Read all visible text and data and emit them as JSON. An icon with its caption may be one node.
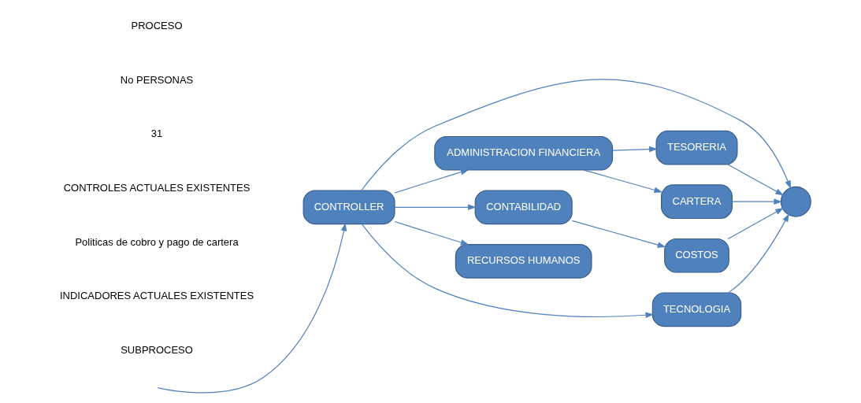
{
  "diagram": {
    "nodes": [
      {
        "text": [
          "CONTROLLER"
        ]
      },
      {
        "text": [],
        "shape": "circle"
      },
      {
        "text": [
          "ADMINISTRACION FINANCIERA"
        ]
      },
      {
        "text": [
          "TESORERIA"
        ]
      },
      {
        "text": [
          "CARTERA"
        ]
      },
      {
        "text": [
          "CONTABILIDAD"
        ]
      },
      {
        "text": [
          "COSTOS"
        ]
      },
      {
        "text": [
          "RECURSOS HUMANOS"
        ]
      },
      {
        "text": [
          "TECNOLOGIA"
        ]
      }
    ],
    "edges": [
      {
        "from": null,
        "to": 0,
        "arrow": "to"
      },
      {
        "from": 0,
        "to": 1,
        "arrow": "to"
      },
      {
        "from": 0,
        "to": 2,
        "arrow": "to"
      },
      {
        "from": 0,
        "to": 5,
        "arrow": "to"
      },
      {
        "from": 0,
        "to": 7,
        "arrow": "to"
      },
      {
        "from": 0,
        "to": 8,
        "arrow": "to"
      },
      {
        "from": 2,
        "to": 3,
        "arrow": "to"
      },
      {
        "from": 2,
        "to": 4,
        "arrow": "to"
      },
      {
        "from": 5,
        "to": 6,
        "arrow": "to"
      },
      {
        "from": 3,
        "to": 1,
        "arrow": "to"
      },
      {
        "from": 4,
        "to": 1,
        "arrow": "to"
      },
      {
        "from": 6,
        "to": 1,
        "arrow": "to"
      },
      {
        "from": 8,
        "to": 1,
        "arrow": "to"
      }
    ],
    "labels": [
      "PROCESO",
      "No PERSONAS",
      "31",
      "CONTROLES ACTUALES EXISTENTES",
      "Politicas de cobro y pago de cartera",
      "INDICADORES ACTUALES EXISTENTES",
      "SUBPROCESO"
    ]
  }
}
